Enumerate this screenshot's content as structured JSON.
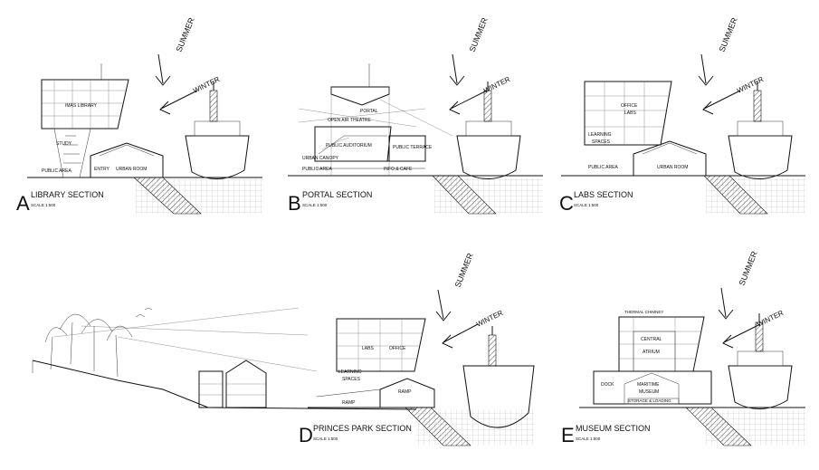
{
  "sun_labels": {
    "summer": "SUMMER",
    "winter": "WINTER"
  },
  "sections": [
    {
      "letter": "A",
      "title": "LIBRARY SECTION",
      "scale": "SCALE 1:500",
      "labels": {
        "l1": "IMAS LIBRARY",
        "l2": "STUDY",
        "l3": "PUBLIC AREA",
        "l4": "ENTRY",
        "l5": "URBAN ROOM"
      }
    },
    {
      "letter": "B",
      "title": "PORTAL SECTION",
      "scale": "SCALE 1:500",
      "labels": {
        "l1": "PORTAL",
        "l2": "OPEN AIR THEATRE",
        "l3": "PUBLIC AUDITORIUM",
        "l4": "URBAN CANOPY",
        "l5": "PUBLIC AREA",
        "l6": "INFO & CAFE",
        "l7": "PUBLIC TERRACE"
      }
    },
    {
      "letter": "C",
      "title": "LABS SECTION",
      "scale": "SCALE 1:500",
      "labels": {
        "l1": "OFFICE",
        "l2": "LABS",
        "l3": "LEARNING",
        "l4": "SPACES",
        "l5": "PUBLIC AREA",
        "l6": "URBAN ROOM"
      }
    },
    {
      "letter": "D",
      "title": "PRINCES PARK SECTION",
      "scale": "SCALE 1:500",
      "labels": {
        "l1": "LABS",
        "l2": "OFFICE",
        "l3": "LEARNING",
        "l4": "SPACES",
        "l5": "RAMP",
        "l6": "RAMP"
      }
    },
    {
      "letter": "E",
      "title": "MUSEUM SECTION",
      "scale": "SCALE 1:500",
      "labels": {
        "l1": "THERMAL CHIMNEY",
        "l2": "CENTRAL",
        "l3": "ATRIUM",
        "l4": "MARITIME",
        "l5": "MUSEUM",
        "l6": "STORAGE & LOADING",
        "l7": "DOCK"
      }
    }
  ]
}
